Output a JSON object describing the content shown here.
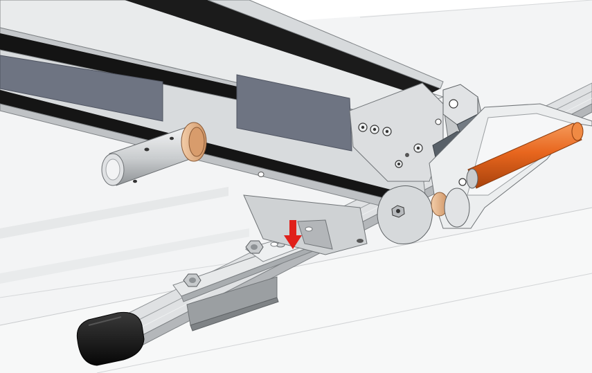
{
  "figure": {
    "kind": "cad-assembly-render",
    "components": [
      "roof-panel",
      "roof-rail",
      "rail-end-cap",
      "ladder-beam",
      "pivot-shaft",
      "bronze-bushing",
      "handle-bracket",
      "orange-handle",
      "hinge-block",
      "bolt-stack",
      "hex-bolt",
      "mounting-plate"
    ],
    "annotation": {
      "type": "arrow",
      "direction": "down",
      "target": "bolt-stack"
    }
  },
  "colors": {
    "background": "#ffffff",
    "panel": "#f3f4f5",
    "panel_edge": "#c9cbcd",
    "metal_light": "#dcdee0",
    "metal_mid": "#b9bcbf",
    "metal_dark": "#8d9194",
    "rubber": "#111111",
    "window": "#6e7482",
    "bronze": "#e9b48c",
    "handle": "#e8661e",
    "arrow": "#e0201a"
  }
}
